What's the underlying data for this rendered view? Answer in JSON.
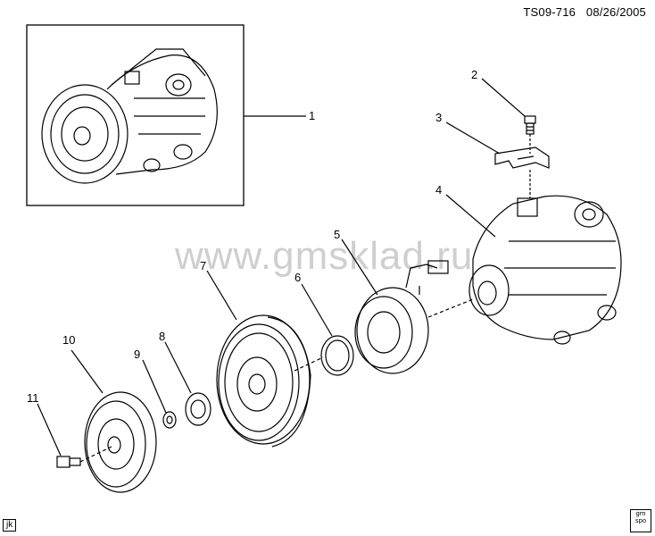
{
  "header": {
    "doc_id": "TS09-716",
    "date": "08/26/2005"
  },
  "watermark": "www.gmsklad.ru",
  "footer": {
    "tag": "jk",
    "logo": "gm spo"
  },
  "callouts": [
    "1",
    "2",
    "3",
    "4",
    "5",
    "6",
    "7",
    "8",
    "9",
    "10",
    "11"
  ]
}
